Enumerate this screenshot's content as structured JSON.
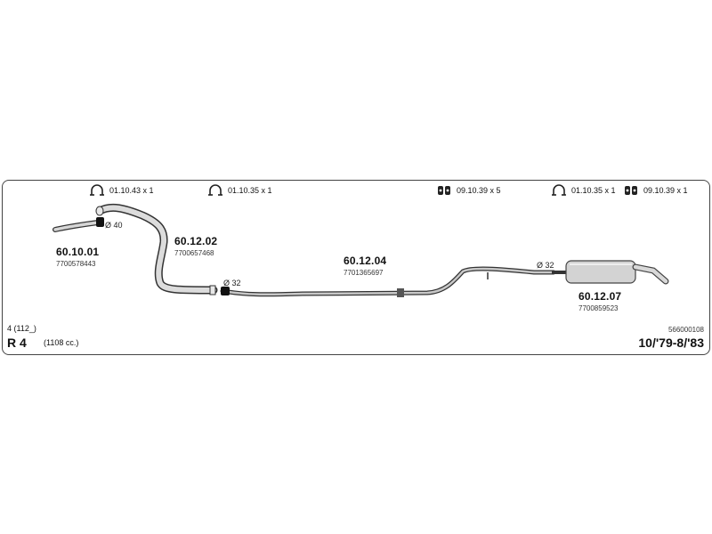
{
  "hardware": {
    "clamp_1": "01.10.43 x 1",
    "clamp_2": "01.10.35 x 1",
    "rubber_1": "09.10.39 x 5",
    "clamp_3": "01.10.35 x 1",
    "rubber_2": "09.10.39 x 1"
  },
  "parts": [
    {
      "number": "60.10.01",
      "oem": "7700578443"
    },
    {
      "number": "60.12.02",
      "oem": "7700657468"
    },
    {
      "number": "60.12.04",
      "oem": "7701365697"
    },
    {
      "number": "60.12.07",
      "oem": "7700859523"
    }
  ],
  "diameters": {
    "d40": "Ø 40",
    "d32_front": "Ø 32",
    "d32_rear": "Ø 32"
  },
  "vehicle": {
    "model": "R 4",
    "type": "4 (112_)",
    "engine": "(1108 cc.)",
    "code": "566000108",
    "years": "10/'79-8/'83"
  },
  "colors": {
    "frame": "#444444",
    "pipe_fill": "#d6d6d6",
    "pipe_stroke": "#333333"
  }
}
